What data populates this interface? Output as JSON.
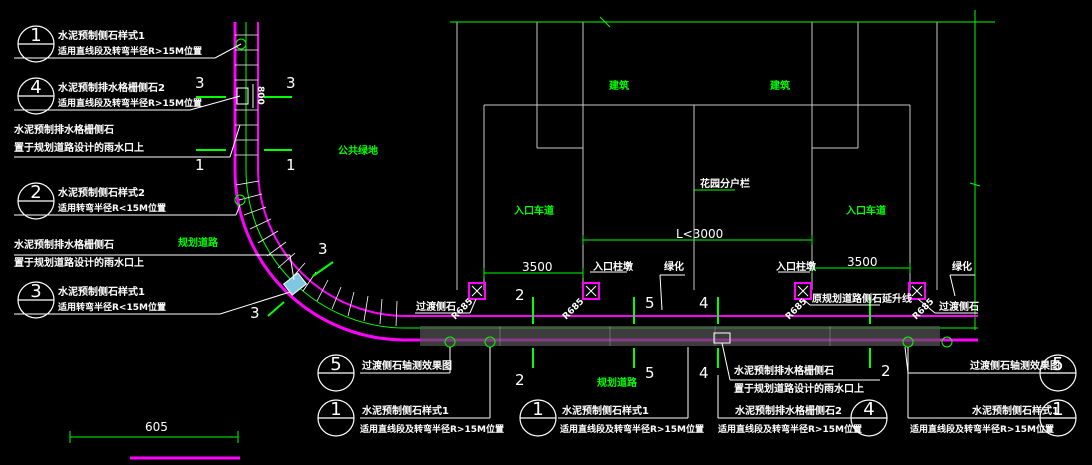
{
  "colors": {
    "background": "#000000",
    "curb": "#ff00ff",
    "annotation": "#ffffff",
    "green_text": "#00ff00",
    "building": "#c8c8c8",
    "dimension": "#00ff00"
  },
  "callouts": {
    "c1_top": {
      "num": "1",
      "t1": "水泥预制侧石样式1",
      "t2": "适用直线段及转弯半径R>15M位置"
    },
    "c4_top": {
      "num": "4",
      "t1": "水泥预制排水格栅侧石2",
      "t2": "适用直线段及转弯半径R>15M位置"
    },
    "note_top": {
      "t1": "水泥预制排水格栅侧石",
      "t2": "置于规划道路设计的雨水口上"
    },
    "c2": {
      "num": "2",
      "t1": "水泥预制侧石样式2",
      "t2": "适用转弯半径R<15M位置"
    },
    "note_mid": {
      "t1": "水泥预制排水格栅侧石",
      "t2": "置于规划道路设计的雨水口上"
    },
    "c3": {
      "num": "3",
      "t1": "水泥预制侧石样式1",
      "t2": "适用转弯半径R<15M位置"
    },
    "c5_left": {
      "num": "5",
      "t1": "过渡侧石轴测效果图"
    },
    "c1_b1": {
      "num": "1",
      "t1": "水泥预制侧石样式1",
      "t2": "适用直线段及转弯半径R>15M位置"
    },
    "c1_b2": {
      "num": "1",
      "t1": "水泥预制侧石样式1",
      "t2": "适用直线段及转弯半径R>15M位置"
    },
    "note_bot": {
      "t1": "水泥预制排水格栅侧石",
      "t2": "置于规划道路设计的雨水口上"
    },
    "c4_bot": {
      "num": "4",
      "t1": "水泥预制排水格栅侧石2",
      "t2": "适用直线段及转弯半径R>15M位置"
    },
    "c5_right": {
      "num": "5",
      "t1": "过渡侧石轴测效果图"
    },
    "c1_b3": {
      "num": "1",
      "t1": "水泥预制侧石样式1",
      "t2": "适用直线段及转弯半径R>15M位置"
    }
  },
  "labels": {
    "public_green": "公共绿地",
    "planned_road_curve": "规划道路",
    "planned_road_bottom": "规划道路",
    "building_1": "建筑",
    "building_2": "建筑",
    "garden_divider": "花园分户栏",
    "entry_drive_1": "入口车道",
    "entry_drive_2": "入口车道",
    "entry_bollard_1": "入口柱墩",
    "entry_bollard_2": "入口柱墩",
    "greening_1": "绿化",
    "greening_2": "绿化",
    "transition_curb_left": "过渡侧石",
    "transition_curb_right": "过渡侧石",
    "transition_upright": "原规划道路侧石延升线",
    "dim_3500_left": "3500",
    "dim_3500_right": "3500",
    "dim_L3000": "L<3000",
    "dim_605": "605",
    "dim_800": "800",
    "r_label_1": "R685",
    "r_label_2": "R685",
    "r_label_3": "R685",
    "r_label_4": "R685"
  },
  "section_marks": {
    "s3a": "3",
    "s3b": "3",
    "s3c": "3",
    "s3d": "3",
    "s1a": "1",
    "s1b": "1",
    "s2a": "2",
    "s2b": "2",
    "s2c": "2",
    "s5a": "5",
    "s5b": "5",
    "s4a": "4",
    "s4b": "4"
  }
}
